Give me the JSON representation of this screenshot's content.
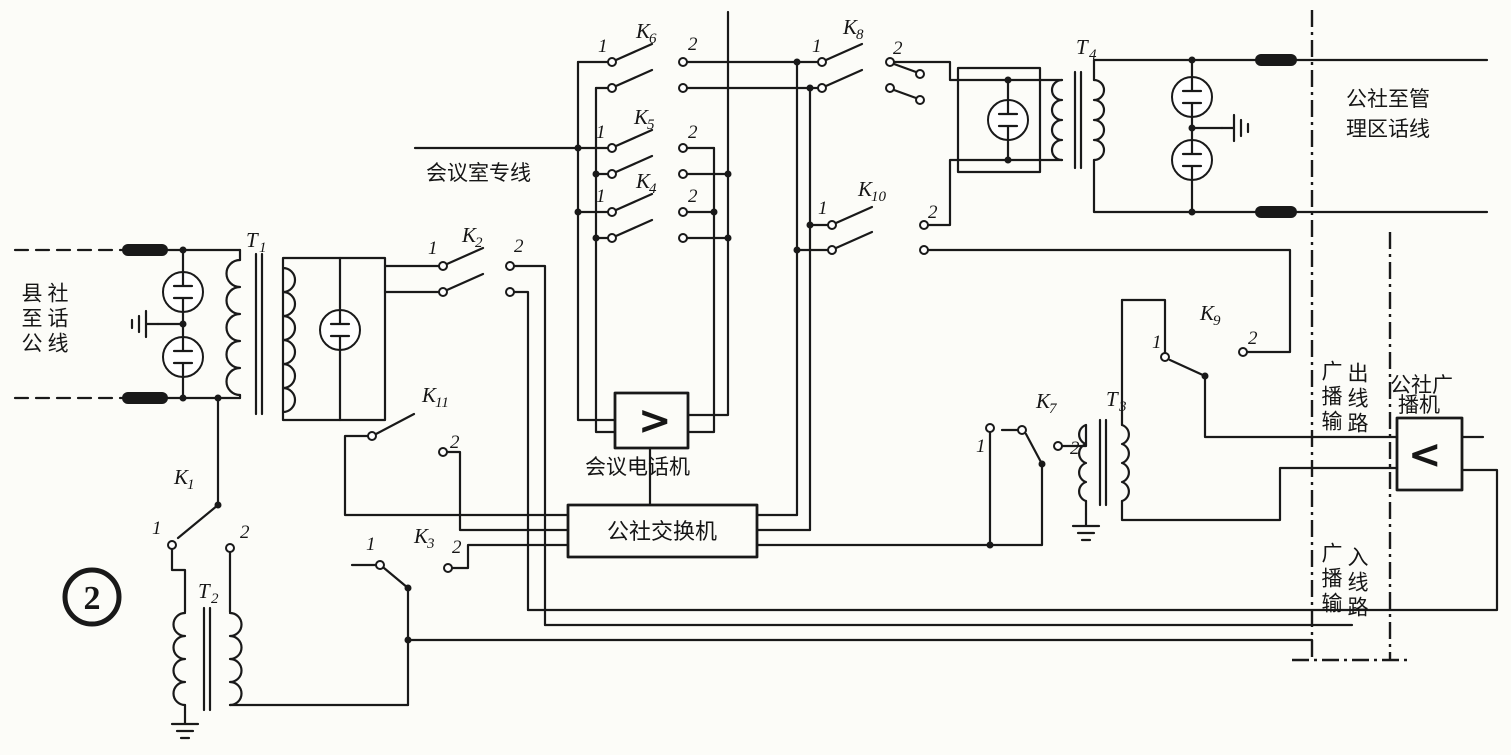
{
  "figure": {
    "number": "2"
  },
  "labels": {
    "county_line_col1": "县至公",
    "county_line_col2": "社话线",
    "conference_room_line": "会议室专线",
    "conference_phone": "会议电话机",
    "commune_switchboard": "公社交换机",
    "district_line_row1": "公社至管",
    "district_line_row2": "理区话线",
    "broadcast_out_col1": "广播输",
    "broadcast_out_col2": "出线路",
    "broadcast_in_col1": "广播输",
    "broadcast_in_col2": "入线路",
    "commune_broadcaster_row1": "公社广",
    "commune_broadcaster_row2": "播机"
  },
  "icons": {
    "conference_phone_symbol": ">",
    "broadcast_symbol": "<"
  },
  "switches": {
    "k1": {
      "name": "K",
      "sub": "1",
      "c1": "1",
      "c2": "2"
    },
    "k2": {
      "name": "K",
      "sub": "2",
      "c1": "1",
      "c2": "2"
    },
    "k3": {
      "name": "K",
      "sub": "3",
      "c1": "1",
      "c2": "2"
    },
    "k4": {
      "name": "K",
      "sub": "4",
      "c1": "1",
      "c2": "2"
    },
    "k5": {
      "name": "K",
      "sub": "5",
      "c1": "1",
      "c2": "2"
    },
    "k6": {
      "name": "K",
      "sub": "6",
      "c1": "1",
      "c2": "2"
    },
    "k7": {
      "name": "K",
      "sub": "7",
      "c1": "1",
      "c2": "2"
    },
    "k8": {
      "name": "K",
      "sub": "8",
      "c1": "1",
      "c2": "2"
    },
    "k9": {
      "name": "K",
      "sub": "9",
      "c1": "1",
      "c2": "2"
    },
    "k10": {
      "name": "K",
      "sub": "10",
      "c1": "1",
      "c2": "2"
    },
    "k11": {
      "name": "K",
      "sub": "11",
      "c2": "2"
    }
  },
  "transformers": {
    "t1": {
      "name": "T",
      "sub": "1"
    },
    "t2": {
      "name": "T",
      "sub": "2"
    },
    "t3": {
      "name": "T",
      "sub": "3"
    },
    "t4": {
      "name": "T",
      "sub": "4"
    }
  },
  "colors": {
    "ink": "#191919",
    "paper": "#fcfcf8"
  }
}
